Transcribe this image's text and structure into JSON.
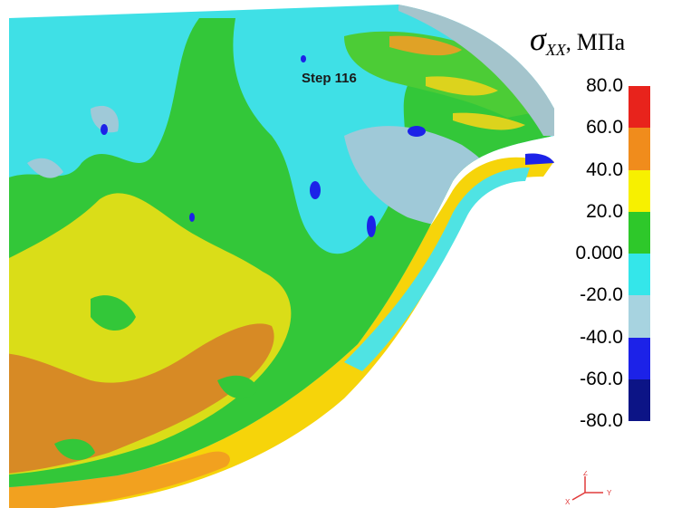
{
  "step_label": "Step  116",
  "legend": {
    "symbol": "σ",
    "subscript": "XX",
    "separator": ",",
    "unit": "МПа",
    "ticks": [
      "80.0",
      "60.0",
      "40.0",
      "20.0",
      "0.000",
      "-20.0",
      "-40.0",
      "-60.0",
      "-80.0"
    ],
    "bands": [
      {
        "from": 60,
        "to": 80,
        "color": "#e8231c"
      },
      {
        "from": 40,
        "to": 60,
        "color": "#f08c1c"
      },
      {
        "from": 20,
        "to": 40,
        "color": "#f7f000"
      },
      {
        "from": 0,
        "to": 20,
        "color": "#2ec82a"
      },
      {
        "from": -20,
        "to": 0,
        "color": "#34e6ea"
      },
      {
        "from": -40,
        "to": -20,
        "color": "#a7d3e0"
      },
      {
        "from": -60,
        "to": -40,
        "color": "#1c22e8"
      },
      {
        "from": -80,
        "to": -60,
        "color": "#0c1486"
      }
    ]
  },
  "axes_triad": {
    "z": "Z",
    "y": "Y",
    "x": "X",
    "color": "#e13b3b"
  }
}
